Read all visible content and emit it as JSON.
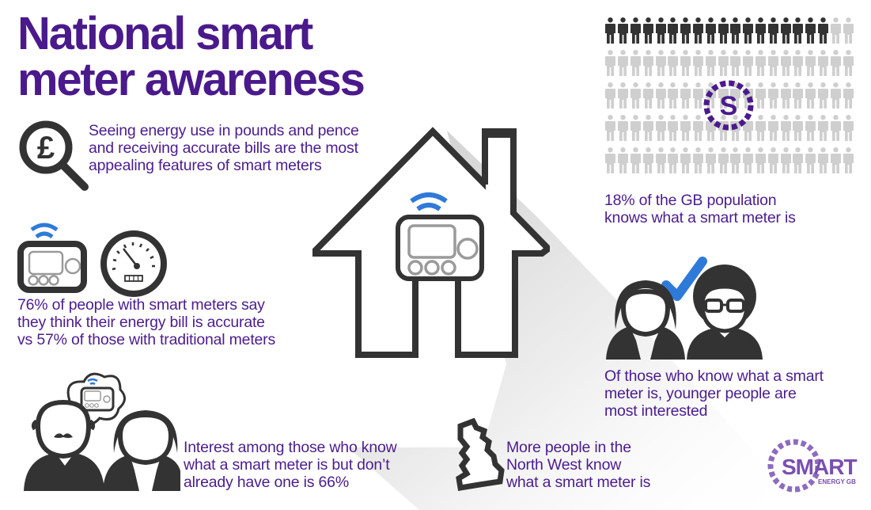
{
  "title": {
    "line1": "National smart",
    "line2": "meter awareness"
  },
  "colors": {
    "purple": "#4a1a8c",
    "dark_gray": "#333333",
    "light_gray": "#cfcfcf",
    "wifi_blue": "#2f7ad9",
    "logo_purple": "#7a4fb0"
  },
  "facts": {
    "pounds_pence": {
      "icon": "magnifier-pound-icon",
      "lines": [
        "Seeing energy use in pounds and pence",
        "and receiving accurate bills are the most",
        "appealing features of smart meters"
      ]
    },
    "accuracy": {
      "icons": [
        "smart-meter-icon",
        "traditional-meter-dial-icon"
      ],
      "lines": [
        "76% of people with smart meters say",
        "they think their energy bill is accurate",
        "vs 57% of those with traditional meters"
      ],
      "smart_pct": 76,
      "traditional_pct": 57
    },
    "interest": {
      "icon": "two-people-thinking-meter-icon",
      "lines": [
        "Interest among those who know",
        "what a smart meter is but don’t",
        "already have one is 66%"
      ],
      "pct": 66
    },
    "awareness": {
      "icon": "people-grid-icon",
      "lines": [
        "18% of the GB population",
        "knows what a smart meter is"
      ],
      "pct": 18,
      "grid_columns": 20,
      "grid_rows": 5,
      "highlighted": 18
    },
    "younger": {
      "icon": "young-people-checkmark-icon",
      "lines": [
        "Of those who know what a smart",
        "meter is, younger people are",
        "most interested"
      ]
    },
    "north_west": {
      "icon": "uk-map-icon",
      "lines": [
        "More people in the",
        "North West know",
        "what a smart meter is"
      ]
    }
  },
  "logo": {
    "main": "SMART",
    "sub": "ENERGY GB",
    "badge_letter": "S"
  }
}
